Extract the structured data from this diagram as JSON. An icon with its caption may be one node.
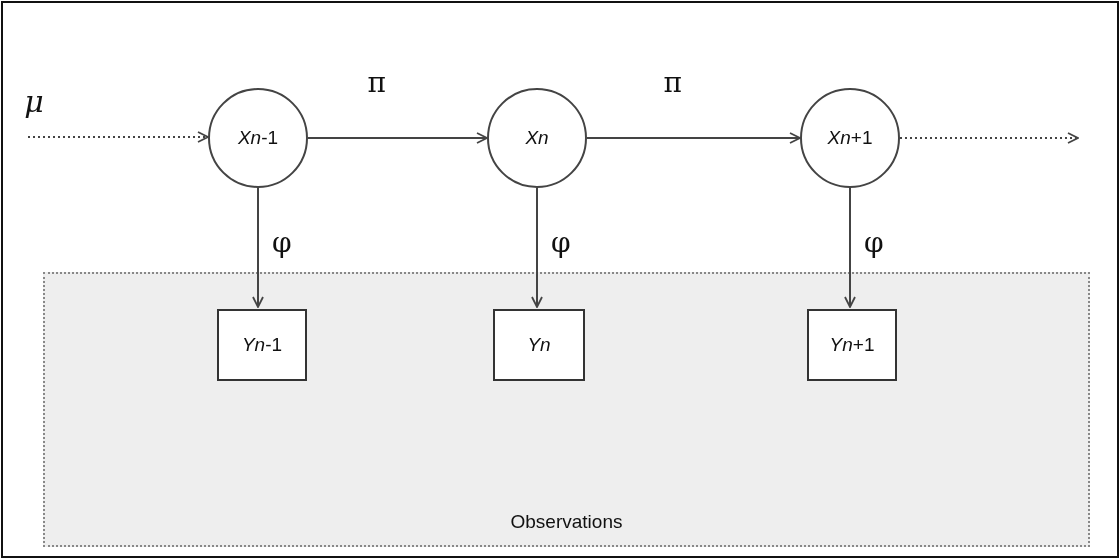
{
  "diagram": {
    "nodes": [
      {
        "text": [
          "μ"
        ]
      },
      {
        "text": [
          "*Xn*-1"
        ]
      },
      {
        "text": [
          "Xn"
        ]
      },
      {
        "text": [
          "*Xn*+1"
        ]
      },
      {
        "text": [
          "Observations"
        ]
      },
      {
        "text": [
          "*Yn*-1"
        ],
        "in": 4
      },
      {
        "text": [
          "Yn"
        ],
        "in": 4
      },
      {
        "text": [
          "*Yn*+1"
        ],
        "in": 4
      }
    ],
    "edges": [
      {
        "from": 0,
        "to": 1,
        "arrow": "to",
        "style": "dashed"
      },
      {
        "from": 1,
        "to": 2,
        "arrow": "to",
        "label": "π"
      },
      {
        "from": 2,
        "to": 3,
        "arrow": "to",
        "label": "π"
      },
      {
        "from": 3,
        "to": null,
        "arrow": "to",
        "style": "dashed"
      },
      {
        "from": 1,
        "to": 5,
        "arrow": "to",
        "label": "φ"
      },
      {
        "from": 2,
        "to": 6,
        "arrow": "to",
        "label": "φ"
      },
      {
        "from": 3,
        "to": 7,
        "arrow": "to",
        "label": "φ"
      }
    ]
  }
}
